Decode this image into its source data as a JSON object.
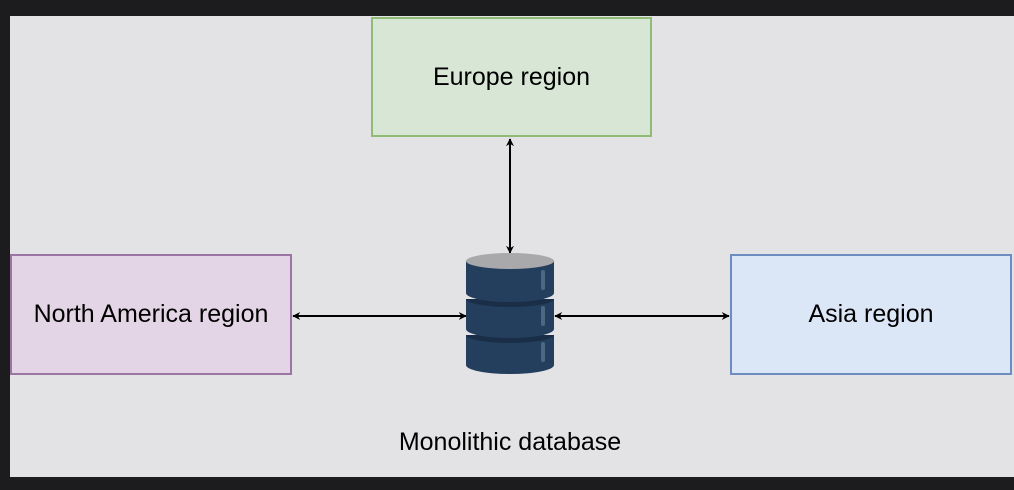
{
  "diagram": {
    "nodes": {
      "europe": "Europe region",
      "north_america": "North America region",
      "asia": "Asia region"
    },
    "database": {
      "icon": "database-icon",
      "label": "Monolithic database"
    },
    "edges": [
      {
        "from": "europe",
        "to": "database",
        "direction": "both"
      },
      {
        "from": "north_america",
        "to": "database",
        "direction": "both"
      },
      {
        "from": "database",
        "to": "asia",
        "direction": "both"
      }
    ],
    "colors": {
      "background": "#e3e2e4",
      "europe_fill": "#d7e6d5",
      "europe_border": "#8fbb77",
      "north_america_fill": "#e3d5e6",
      "north_america_border": "#9b76a4",
      "asia_fill": "#dbe6f7",
      "asia_border": "#6d8cbf",
      "database_body": "#243f5e",
      "database_top": "#a9a9ab"
    }
  }
}
